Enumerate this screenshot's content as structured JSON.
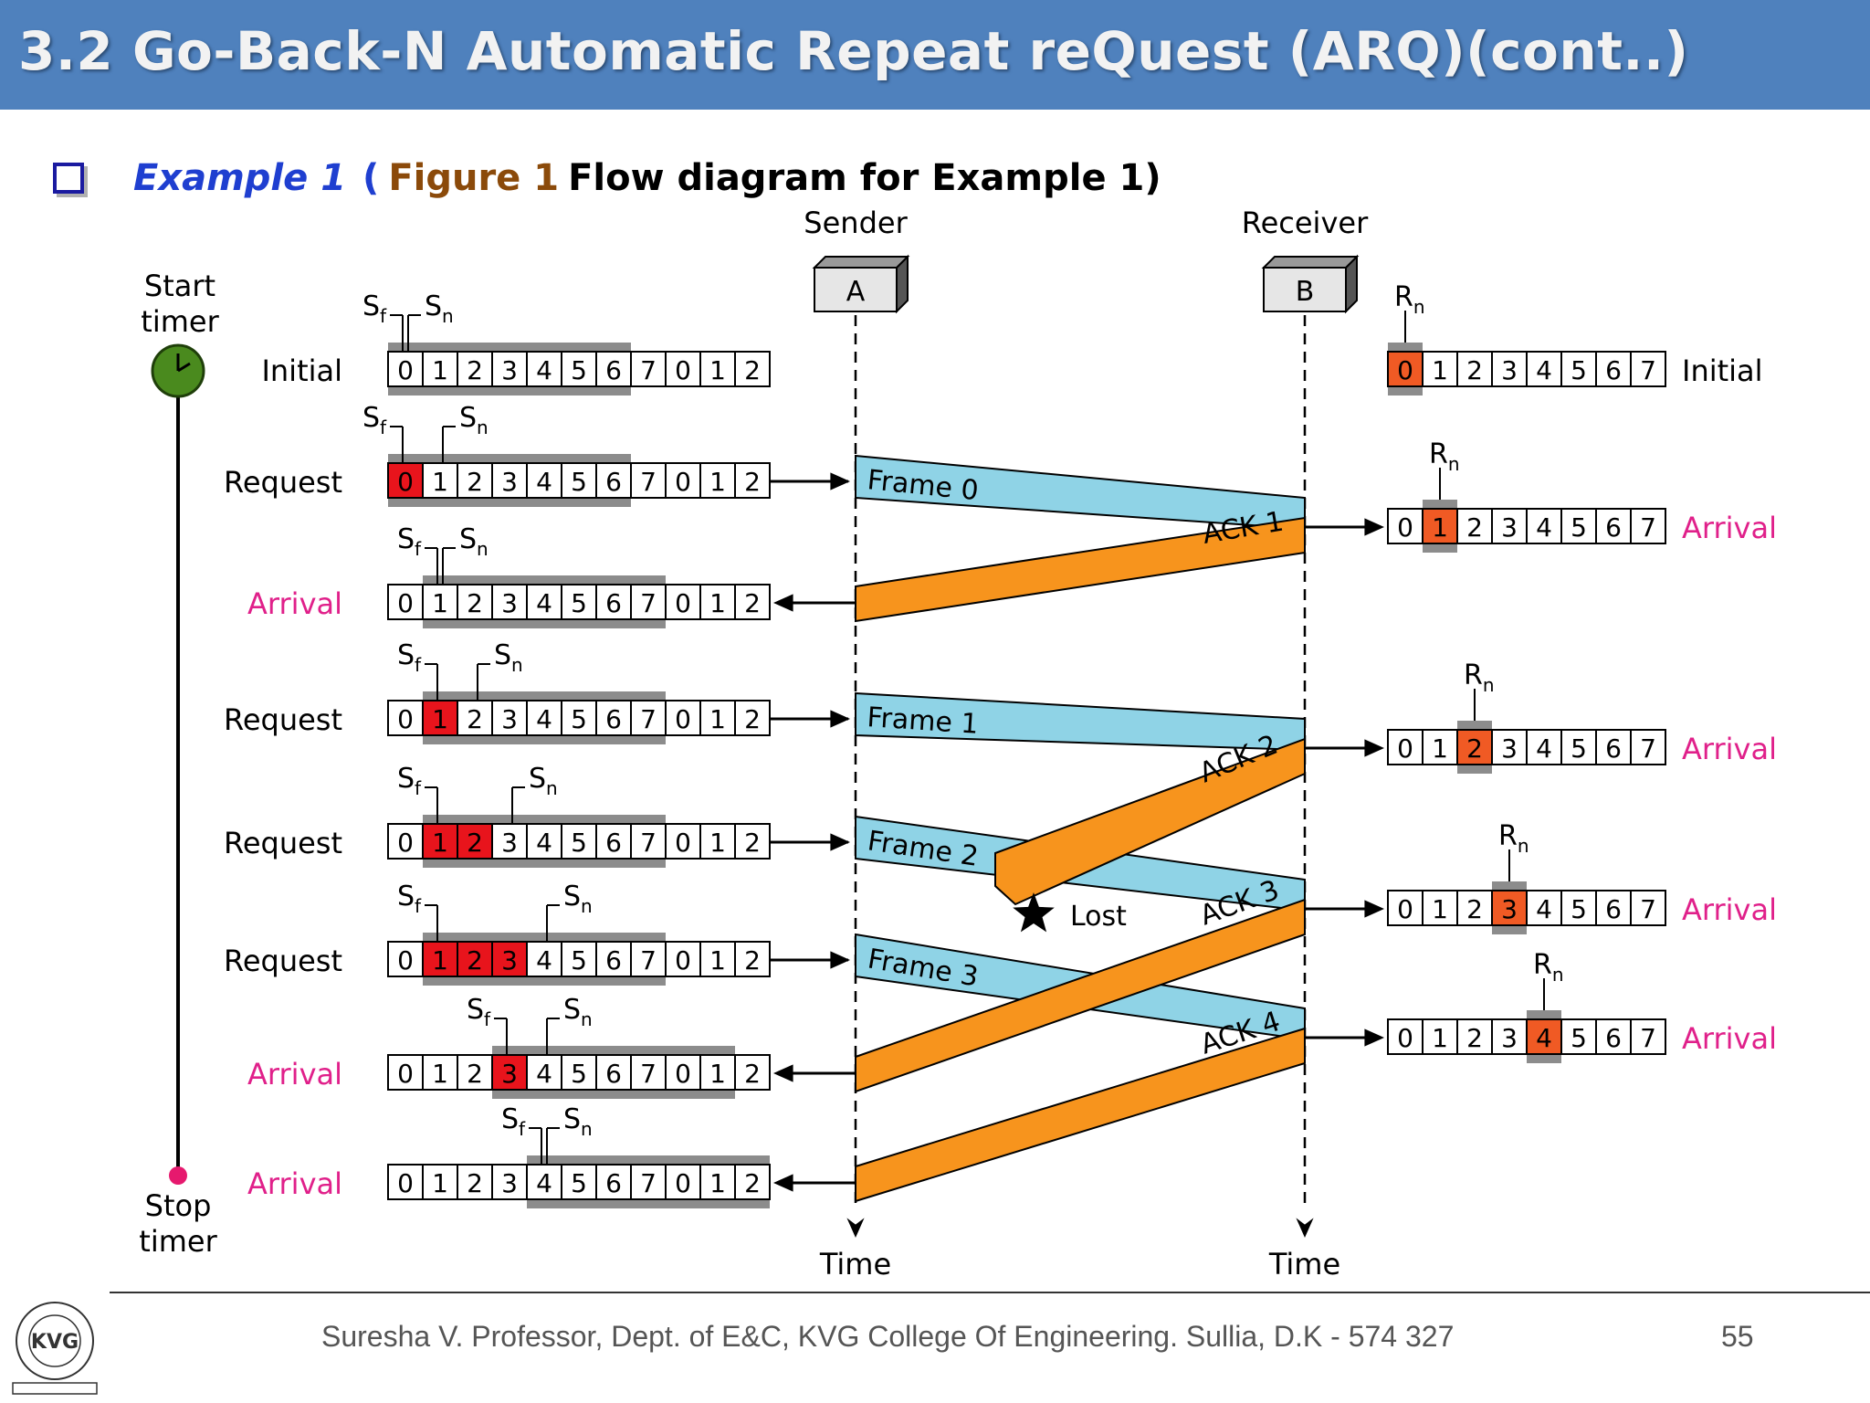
{
  "header": {
    "title": "3.2 Go-Back-N Automatic Repeat reQuest (ARQ)(cont..)"
  },
  "subtitle": {
    "example": "Example 1",
    "open_paren": "(",
    "figure": "Figure 1",
    "rest": "Flow diagram for Example 1)"
  },
  "diagram": {
    "sender_label": "Sender",
    "receiver_label": "Receiver",
    "sender_box": "A",
    "receiver_box": "B",
    "start_timer": [
      "Start",
      "timer"
    ],
    "stop_timer": [
      "Stop",
      "timer"
    ],
    "time_label": "Time",
    "sf": "S",
    "sf_sub": "f",
    "sn_sub": "n",
    "rn": "R",
    "lost_label": "Lost",
    "sender_sequence": [
      "0",
      "1",
      "2",
      "3",
      "4",
      "5",
      "6",
      "7",
      "0",
      "1",
      "2"
    ],
    "receiver_sequence": [
      "0",
      "1",
      "2",
      "3",
      "4",
      "5",
      "6",
      "7"
    ],
    "sender_rows": [
      {
        "label": "Initial",
        "event": "initial",
        "sf": 0,
        "sn": 0,
        "outstanding": []
      },
      {
        "label": "Request",
        "event": "request",
        "sf": 0,
        "sn": 1,
        "outstanding": [
          0
        ]
      },
      {
        "label": "Arrival",
        "event": "arrival",
        "sf": 1,
        "sn": 1,
        "outstanding": []
      },
      {
        "label": "Request",
        "event": "request",
        "sf": 1,
        "sn": 2,
        "outstanding": [
          1
        ]
      },
      {
        "label": "Request",
        "event": "request",
        "sf": 1,
        "sn": 3,
        "outstanding": [
          1,
          2
        ]
      },
      {
        "label": "Request",
        "event": "request",
        "sf": 1,
        "sn": 4,
        "outstanding": [
          1,
          2,
          3
        ]
      },
      {
        "label": "Arrival",
        "event": "arrival",
        "sf": 3,
        "sn": 4,
        "outstanding": [
          3
        ]
      },
      {
        "label": "Arrival",
        "event": "arrival",
        "sf": 4,
        "sn": 4,
        "outstanding": []
      }
    ],
    "receiver_rows": [
      {
        "label": "Initial",
        "event": "initial",
        "rn": 0
      },
      {
        "label": "Arrival",
        "event": "arrival",
        "rn": 1
      },
      {
        "label": "Arrival",
        "event": "arrival",
        "rn": 2
      },
      {
        "label": "Arrival",
        "event": "arrival",
        "rn": 3
      },
      {
        "label": "Arrival",
        "event": "arrival",
        "rn": 4
      }
    ],
    "frames": [
      "Frame 0",
      "Frame 1",
      "Frame 2",
      "Frame 3"
    ],
    "acks": [
      "ACK 1",
      "ACK 2",
      "ACK 3",
      "ACK 4"
    ]
  },
  "footer": {
    "text": "Suresha V. Professor, Dept. of  E&C, KVG College Of Engineering. Sullia, D.K - 574 327",
    "page": "55"
  },
  "colors": {
    "title_bar": "#4f81bd",
    "frame": "#8fd3e6",
    "ack": "#f7941d",
    "outstanding": "#e8141c",
    "rn_cell": "#f05a24",
    "window": "#8c8c8c",
    "event_arrival": "#e0208a",
    "timer_green": "#4a8a1e",
    "stop_dot": "#e6196e"
  }
}
